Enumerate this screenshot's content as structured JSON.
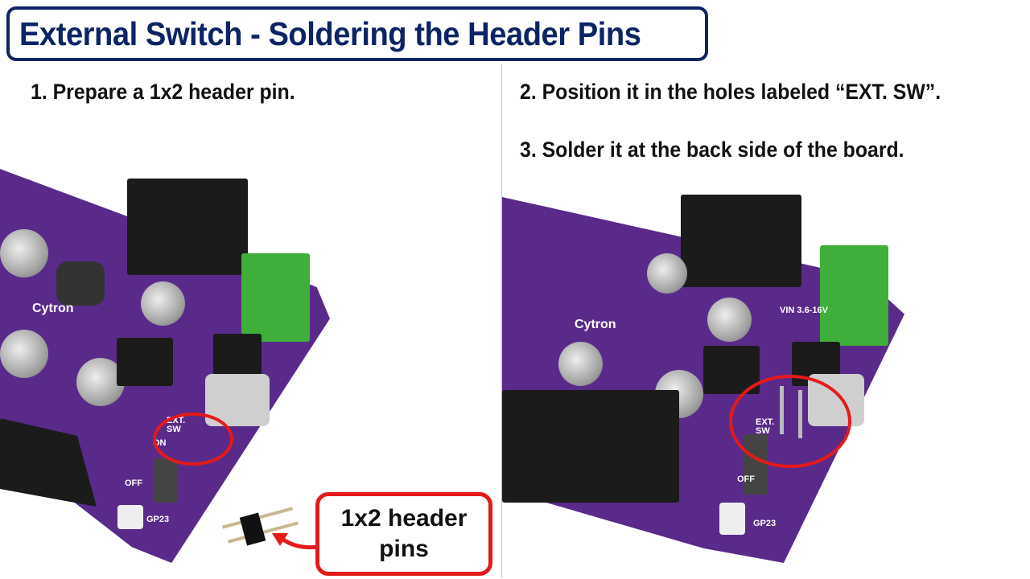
{
  "title": "External Switch - Soldering the Header Pins",
  "steps": {
    "step1": "1. Prepare a 1x2 header pin.",
    "step2": "2. Position it in the holes labeled “EXT. SW”.",
    "step3": "3. Solder it at the back side of the board."
  },
  "callout": {
    "label": "1x2 header pins"
  },
  "board_labels": {
    "brand": "Cytron",
    "ext_sw": "EXT. SW",
    "on": "ON",
    "off": "OFF",
    "gp": "GP23",
    "vin": "VIN 3.6-16V"
  },
  "colors": {
    "title": "#0c2466",
    "highlight": "#e41a1a",
    "board": "#5a2a8a"
  }
}
